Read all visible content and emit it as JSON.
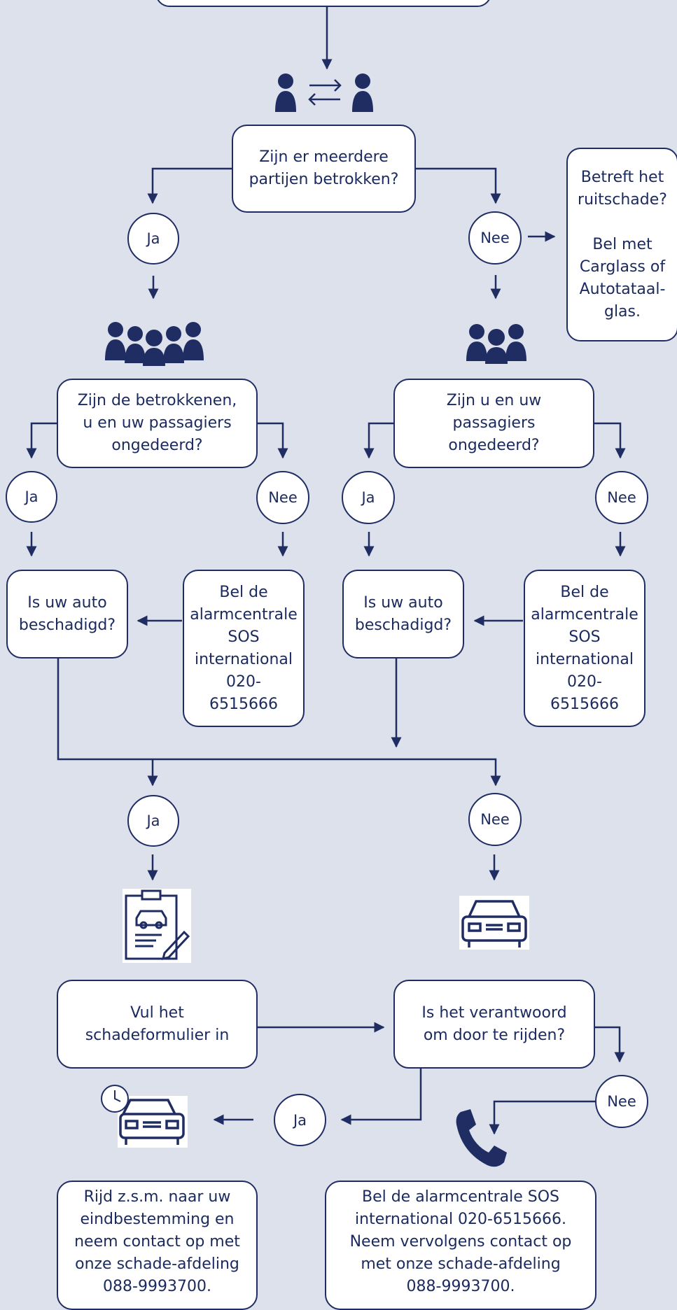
{
  "colors": {
    "background": "#dde1ec",
    "navy": "#1f2d63",
    "box_fill": "#ffffff"
  },
  "nodes": {
    "q_parties": "Zijn er meerdere\npartijen betrokken?",
    "ja_parties": "Ja",
    "nee_parties": "Nee",
    "ruitschade": "Betreft het\nruitschade?\n\nBel met\nCarglass of\nAutotataal-\nglas.",
    "q_betrokkenen": "Zijn de betrokkenen,\nu en uw passagiers\nongedeerd?",
    "q_u_passagiers": "Zijn u en uw\npassagiers\nongedeerd?",
    "ja_left_injured": "Ja",
    "nee_left_injured": "Nee",
    "ja_right_injured": "Ja",
    "nee_right_injured": "Nee",
    "q_auto_left": "Is uw auto\nbeschadigd?",
    "sos_left": "Bel de\nalarmcentrale\nSOS\ninternational\n020-\n6515666",
    "q_auto_right": "Is uw auto\nbeschadigd?",
    "sos_right": "Bel de\nalarmcentrale\nSOS\ninternational\n020-\n6515666",
    "ja_damage": "Ja",
    "nee_damage": "Nee",
    "schadeformulier": "Vul het\nschadeformulier in",
    "q_doorrijden": "Is het verantwoord\nom door te rijden?",
    "ja_drive": "Ja",
    "nee_drive": "Nee",
    "rijd": "Rijd z.s.m. naar uw\neindbestemming en\nneem contact op met\nonze schade-afdeling\n088-9993700.",
    "bel_sos": "Bel de alarmcentrale SOS\ninternational 020-6515666.\nNeem vervolgens contact op\nmet onze schade-afdeling\n088-9993700."
  },
  "icons": [
    "swap-people-icon",
    "group-five-icon",
    "group-three-icon",
    "clipboard-car-icon",
    "car-front-icon",
    "car-clock-icon",
    "phone-icon"
  ]
}
